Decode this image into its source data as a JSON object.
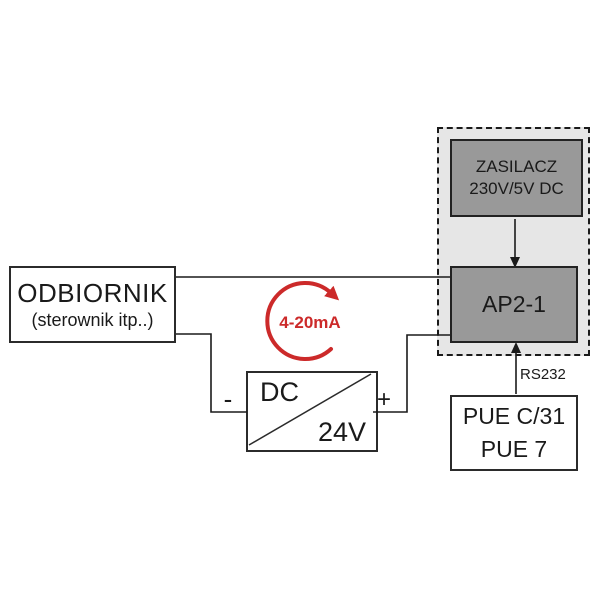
{
  "diagram": {
    "title_hint": "AP2-1 current loop connection diagram",
    "odbiornik": {
      "title": "ODBIORNIK",
      "subtitle": "(sterownik itp..)"
    },
    "zasilacz": {
      "line1": "ZASILACZ",
      "line2": "230V/5V DC"
    },
    "ap2": {
      "label": "AP2-1"
    },
    "pue": {
      "line1": "PUE C/31",
      "line2": "PUE 7"
    },
    "dc_supply": {
      "type": "DC",
      "voltage": "24V"
    },
    "labels": {
      "minus": "-",
      "plus": "+",
      "rs232": "RS232",
      "current_loop": "4-20mA"
    },
    "colors": {
      "module_fill": "#999999",
      "enclosure_fill": "#e6e6e6",
      "accent_red": "#cc2a2a",
      "line": "#1a1a1a",
      "background": "#ffffff"
    }
  }
}
